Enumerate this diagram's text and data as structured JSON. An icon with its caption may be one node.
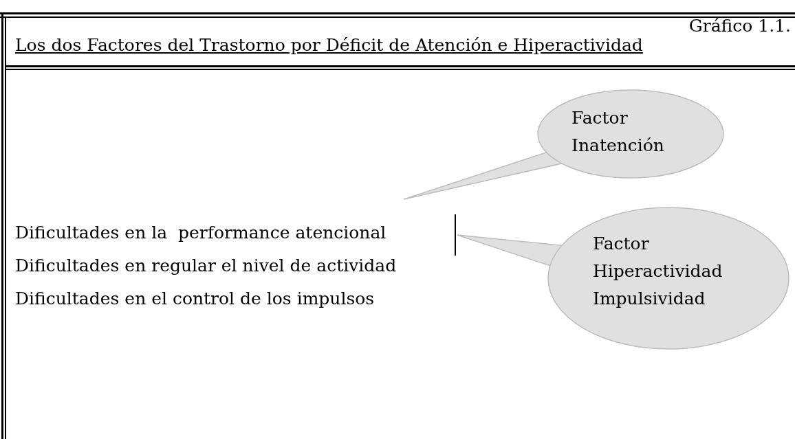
{
  "diagram": {
    "title": "Los dos Factores del Trastorno por Déficit de Atención e Hiperactividad",
    "nodes": [
      {
        "text": [
          "Dificultades en la  performance atencional"
        ]
      },
      {
        "text": [
          "Dificultades en regular el nivel de actividad"
        ]
      },
      {
        "text": [
          "Dificultades en el control de los impulsos"
        ]
      },
      {
        "text": [],
        "shape": "bar"
      },
      {
        "text": [
          "Factor Inatención"
        ]
      },
      {
        "text": [
          "Factor Hiperactividad Impulsividad"
        ]
      }
    ],
    "edges": [
      {
        "from": 4,
        "to": 0,
        "arrow": "none"
      },
      {
        "from": 5,
        "to": 3,
        "arrow": "none"
      }
    ],
    "labels": [
      "Gráfico 1.1."
    ]
  }
}
